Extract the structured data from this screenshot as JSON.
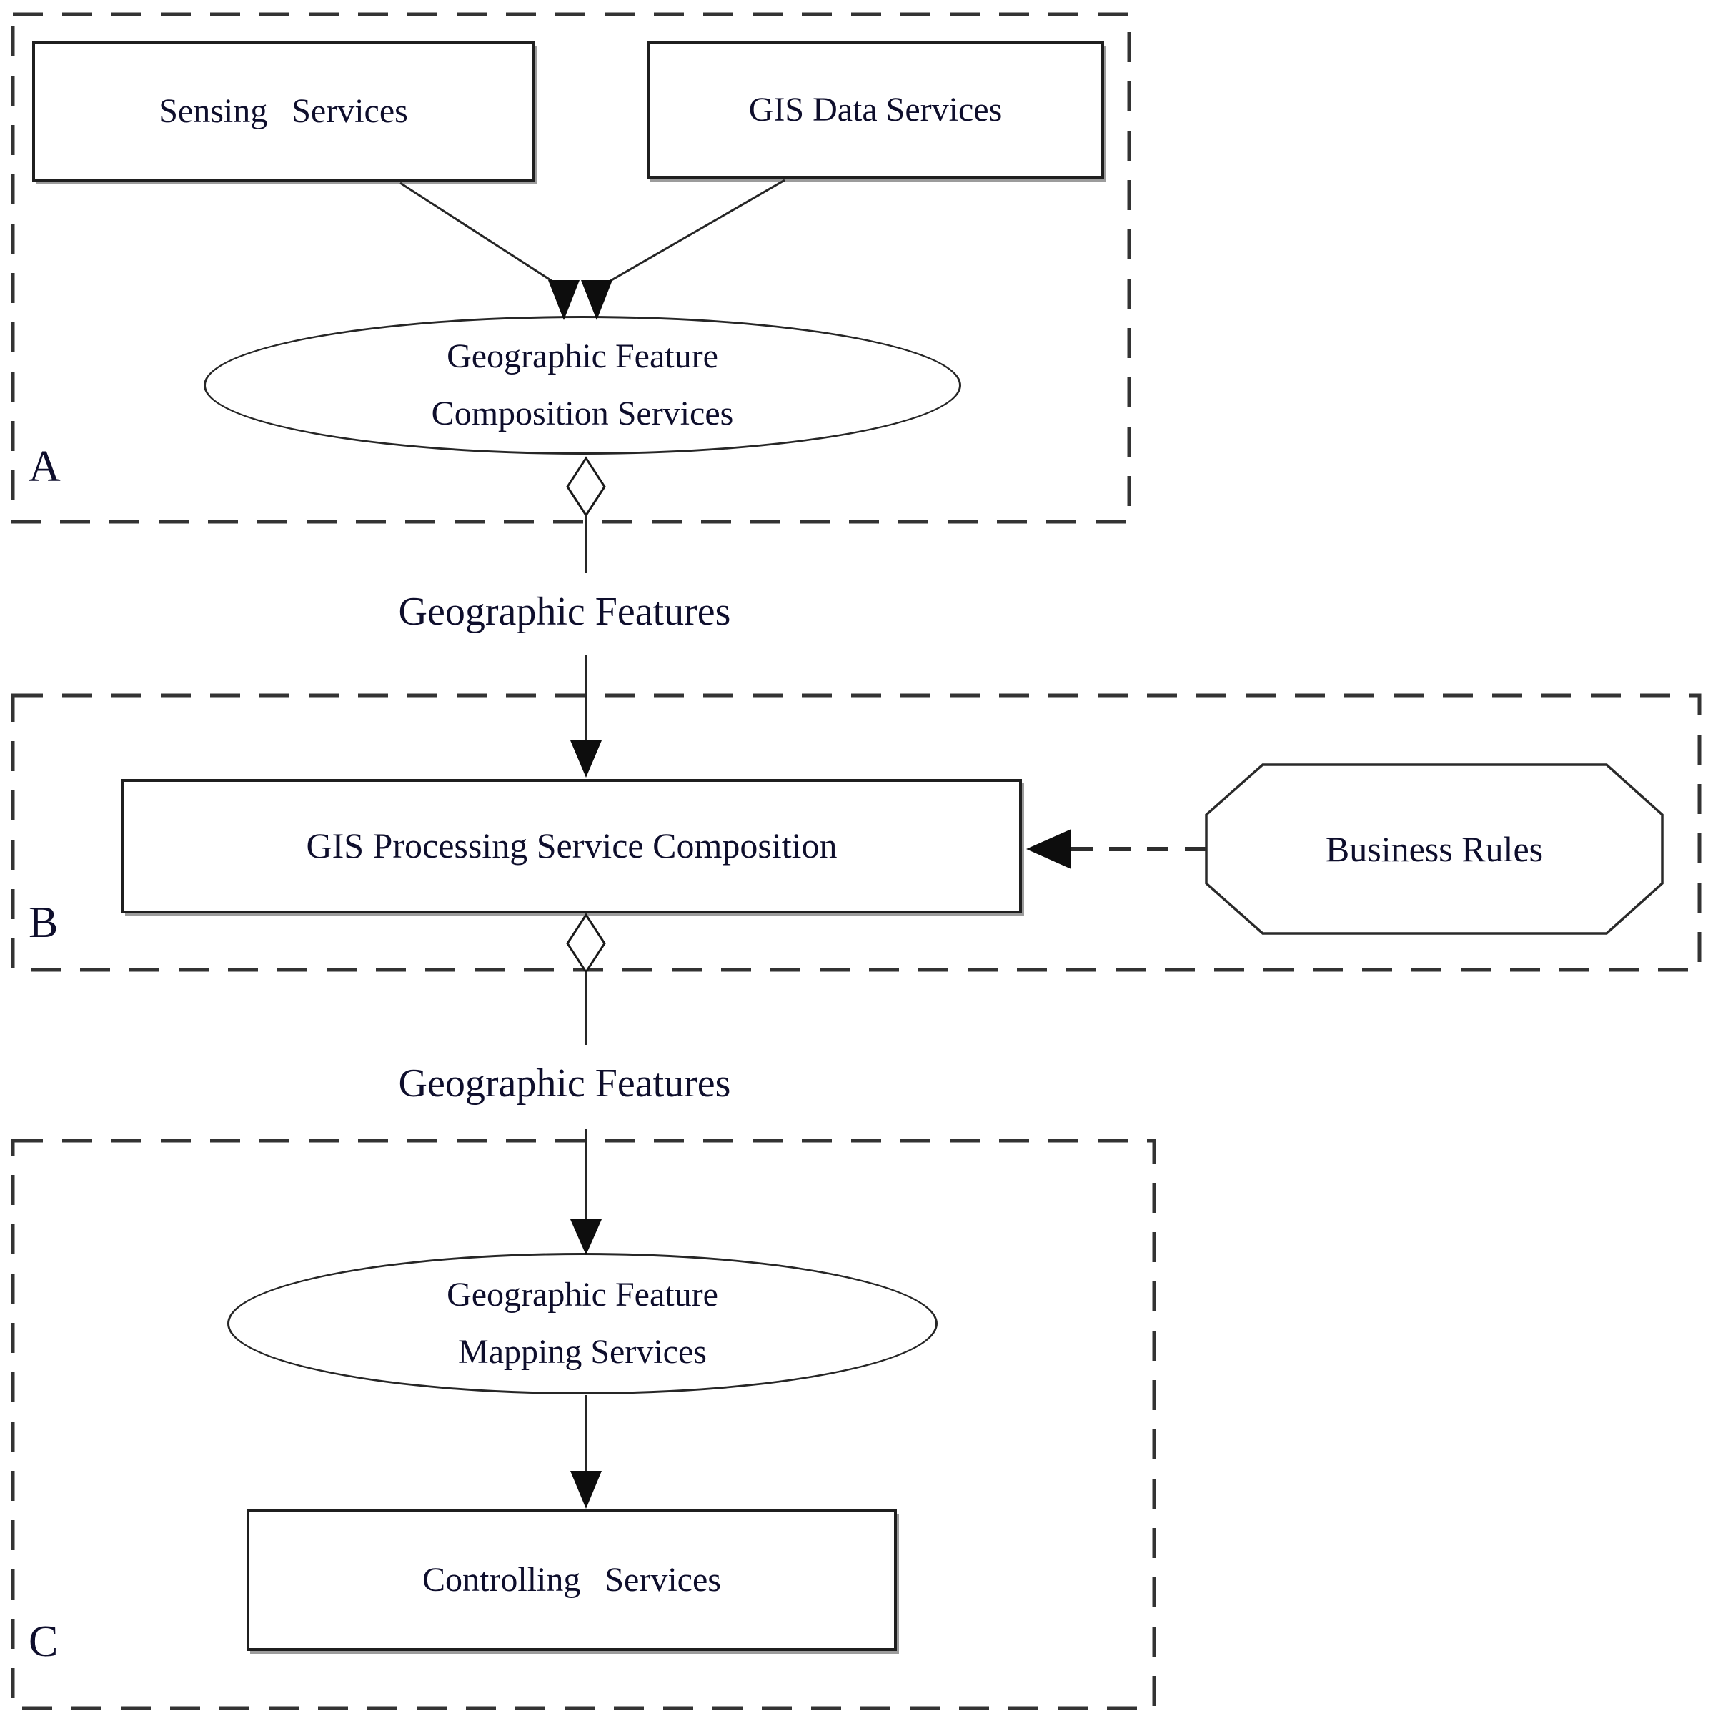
{
  "diagram": {
    "regions": {
      "a": "A",
      "b": "B",
      "c": "C"
    },
    "nodes": {
      "sensing_services": "Sensing Services",
      "gis_data_services": "GIS Data Services",
      "geo_feature_composition_line1": "Geographic Feature",
      "geo_feature_composition_line2": "Composition Services",
      "gis_processing": "GIS Processing Service Composition",
      "business_rules": "Business Rules",
      "geo_feature_mapping_line1": "Geographic Feature",
      "geo_feature_mapping_line2": "Mapping Services",
      "controlling_services": "Controlling Services"
    },
    "edge_labels": {
      "a_to_b": "Geographic Features",
      "b_to_c": "Geographic Features"
    },
    "colors": {
      "ink": "#0e0e2c",
      "line": "#262626",
      "dashed_border": "#333333",
      "shadow": "#9c9c9c",
      "background": "#ffffff"
    }
  }
}
